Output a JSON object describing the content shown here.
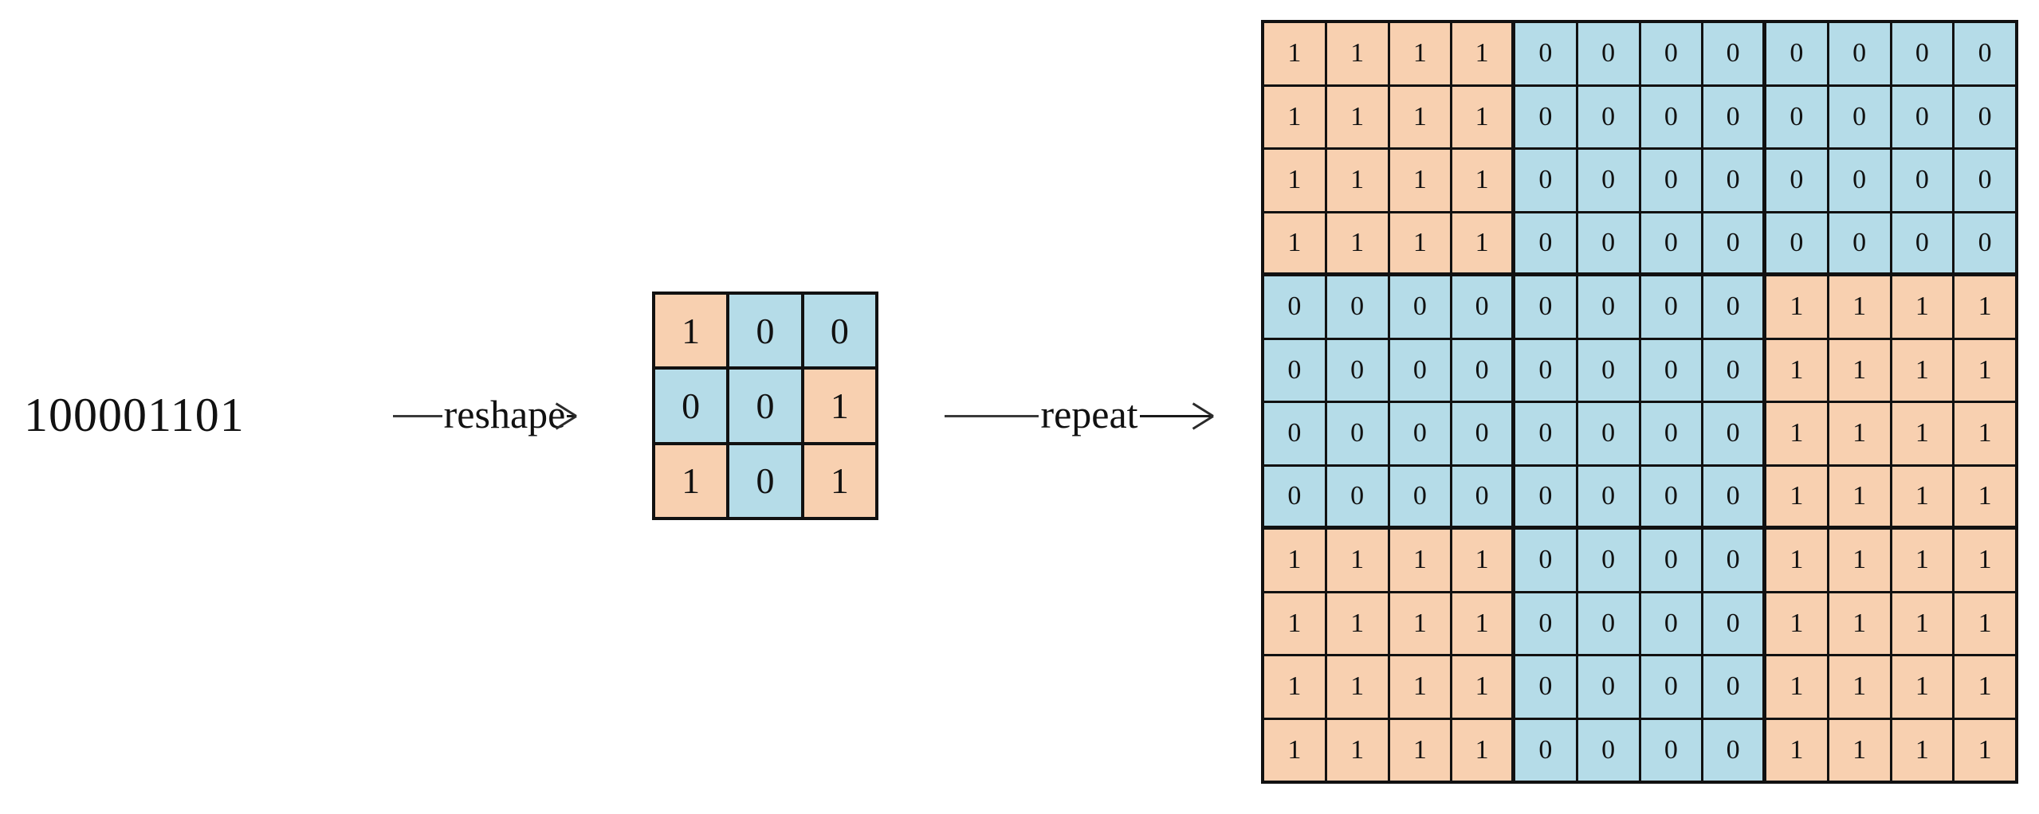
{
  "diagram": {
    "title": "reshape and repeat of a binary string into a tiled matrix",
    "colors": {
      "one_fill": "#f8d0b0",
      "zero_fill": "#b5dce8",
      "border": "#111111",
      "background": "#ffffff",
      "text": "#111111"
    }
  },
  "source": {
    "binary_string": "100001101",
    "length": 9
  },
  "arrows": [
    {
      "id": "reshape",
      "label": "reshape",
      "direction": "right"
    },
    {
      "id": "repeat",
      "label": "repeat",
      "direction": "right"
    }
  ],
  "small_matrix": {
    "name": "reshaped-3x3-matrix",
    "rows": 3,
    "cols": 3,
    "values": [
      [
        1,
        0,
        0
      ],
      [
        0,
        0,
        1
      ],
      [
        1,
        0,
        1
      ]
    ]
  },
  "large_matrix": {
    "name": "repeated-12x12-matrix",
    "rows": 12,
    "cols": 12,
    "repeat_factor": 4,
    "block_size": 4,
    "values": [
      [
        1,
        1,
        1,
        1,
        0,
        0,
        0,
        0,
        0,
        0,
        0,
        0
      ],
      [
        1,
        1,
        1,
        1,
        0,
        0,
        0,
        0,
        0,
        0,
        0,
        0
      ],
      [
        1,
        1,
        1,
        1,
        0,
        0,
        0,
        0,
        0,
        0,
        0,
        0
      ],
      [
        1,
        1,
        1,
        1,
        0,
        0,
        0,
        0,
        0,
        0,
        0,
        0
      ],
      [
        0,
        0,
        0,
        0,
        0,
        0,
        0,
        0,
        1,
        1,
        1,
        1
      ],
      [
        0,
        0,
        0,
        0,
        0,
        0,
        0,
        0,
        1,
        1,
        1,
        1
      ],
      [
        0,
        0,
        0,
        0,
        0,
        0,
        0,
        0,
        1,
        1,
        1,
        1
      ],
      [
        0,
        0,
        0,
        0,
        0,
        0,
        0,
        0,
        1,
        1,
        1,
        1
      ],
      [
        1,
        1,
        1,
        1,
        0,
        0,
        0,
        0,
        1,
        1,
        1,
        1
      ],
      [
        1,
        1,
        1,
        1,
        0,
        0,
        0,
        0,
        1,
        1,
        1,
        1
      ],
      [
        1,
        1,
        1,
        1,
        0,
        0,
        0,
        0,
        1,
        1,
        1,
        1
      ],
      [
        1,
        1,
        1,
        1,
        0,
        0,
        0,
        0,
        1,
        1,
        1,
        1
      ]
    ]
  }
}
